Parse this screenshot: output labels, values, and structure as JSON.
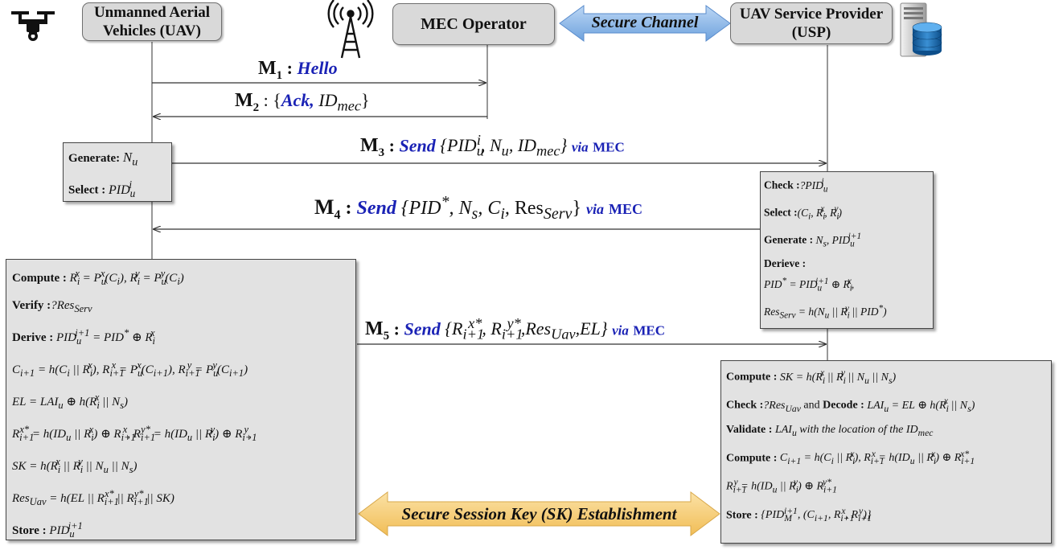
{
  "actors": {
    "uav": "Unmanned Aerial Vehicles (UAV)",
    "mec": "MEC Operator",
    "usp": "UAV Service Provider (USP)"
  },
  "channel_label": "Secure Channel",
  "session_label": "Secure Session Key (SK) Establishment",
  "messages": {
    "m1": {
      "id": "M",
      "sub": "1",
      "verb": "Hello"
    },
    "m2": {
      "id": "M",
      "sub": "2",
      "verb": "Ack,",
      "id_mec": "ID",
      "id_mec_sub": "mec"
    },
    "m3": {
      "id": "M",
      "sub": "3",
      "verb": "Send",
      "via": "via",
      "mec": "MEC"
    },
    "m4": {
      "id": "M",
      "sub": "4",
      "verb": "Send",
      "via": "via",
      "mec": "MEC"
    },
    "m5": {
      "id": "M",
      "sub": "5",
      "verb": "Send",
      "via": "via",
      "mec": "MEC"
    }
  },
  "uav_generate_box": {
    "generate_label": "Generate:",
    "select_label": "Select :"
  },
  "usp_check_box": {
    "check_label": "Check :",
    "select_label": "Select :",
    "generate_label": "Generate :",
    "derive_label": "Derieve :"
  },
  "uav_compute_box": {
    "compute_label": "Compute :",
    "verify_label": "Verify :",
    "derive_label": "Derive :",
    "store_label": "Store :"
  },
  "usp_compute_box": {
    "compute_label": "Compute :",
    "check_label": "Check :",
    "and_decode": "and",
    "decode_label": "Decode :",
    "validate_label": "Validate :",
    "validate_text": "with the location of the",
    "compute2_label": "Compute :",
    "store_label": "Store :"
  },
  "icons": [
    "drone-icon",
    "antenna-tower-icon",
    "server-database-icon"
  ],
  "colors": {
    "accent_blue": "#1a22b5",
    "arrow_blue": "#7fb0e6",
    "arrow_gold": "#f6cf7d",
    "box_gray": "#e2e2e2",
    "actor_gray": "#d9d9d9"
  }
}
